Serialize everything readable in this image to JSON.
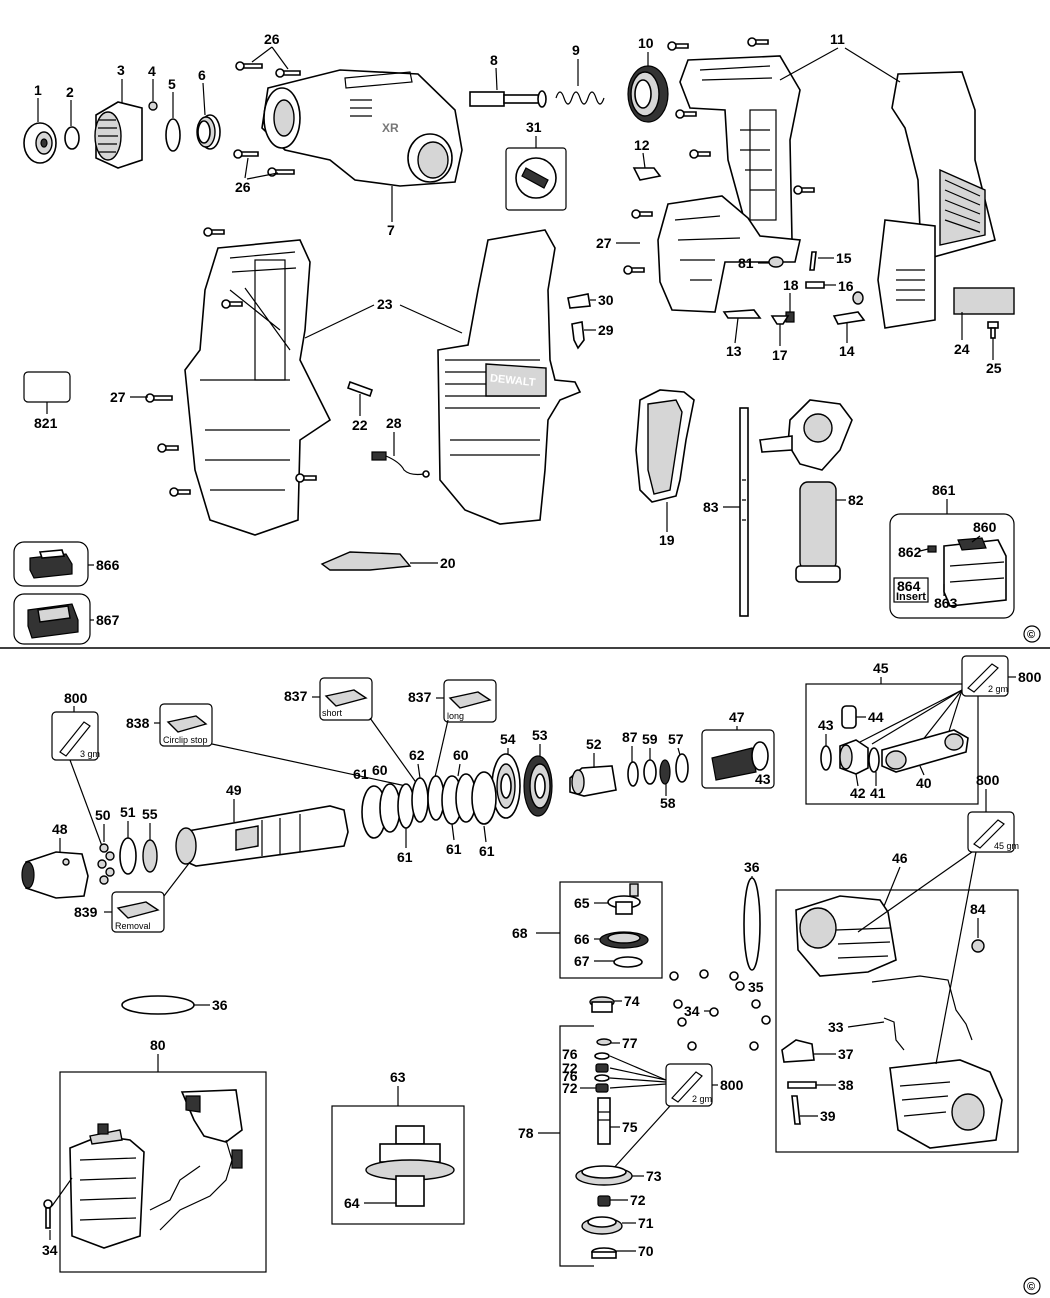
{
  "copyright_symbol": "©",
  "callouts_top": [
    "1",
    "2",
    "3",
    "4",
    "5",
    "6",
    "26",
    "26",
    "7",
    "8",
    "9",
    "10",
    "11",
    "31",
    "12",
    "27",
    "15",
    "81",
    "18",
    "16",
    "30",
    "29",
    "13",
    "17",
    "14",
    "24",
    "25",
    "23",
    "821",
    "27",
    "22",
    "28",
    "19",
    "83",
    "82",
    "861",
    "860",
    "862",
    "864",
    "863",
    "866",
    "867",
    "20"
  ],
  "callouts_bottom": [
    "800",
    "838",
    "837",
    "837",
    "45",
    "800",
    "43",
    "44",
    "42",
    "41",
    "40",
    "47",
    "43",
    "52",
    "87",
    "59",
    "57",
    "58",
    "54",
    "53",
    "62",
    "60",
    "61",
    "60",
    "61",
    "61",
    "61",
    "49",
    "48",
    "50",
    "51",
    "55",
    "839",
    "36",
    "46",
    "84",
    "65",
    "66",
    "67",
    "68",
    "35",
    "34",
    "74",
    "77",
    "76",
    "72",
    "76",
    "72",
    "800",
    "75",
    "73",
    "72",
    "71",
    "70",
    "78",
    "33",
    "37",
    "38",
    "39",
    "36",
    "80",
    "34",
    "63",
    "64",
    "800"
  ],
  "boxed_notes": {
    "insert": "Insert",
    "short": "short",
    "long": "long",
    "circlip_stop": "Circlip stop",
    "removal": "Removal",
    "grease_3": "3 gm",
    "grease_2": "2 gm",
    "grease_45": "45 gm",
    "grease_2b": "2 gm"
  },
  "brand_text": "DEWALT",
  "xr_text": "XR"
}
